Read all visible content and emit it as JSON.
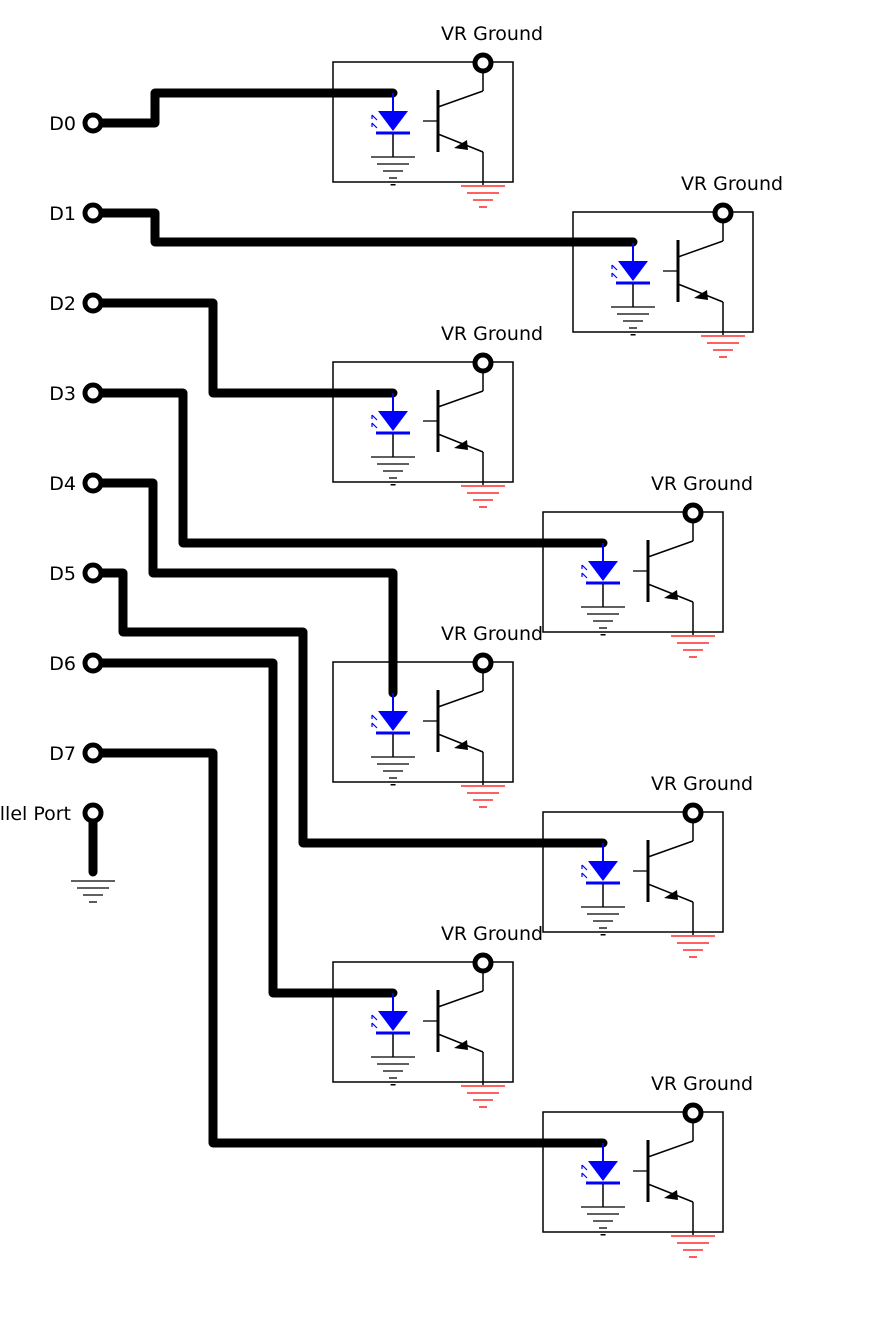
{
  "ports": [
    {
      "label": "D0"
    },
    {
      "label": "D1"
    },
    {
      "label": "D2"
    },
    {
      "label": "D3"
    },
    {
      "label": "D4"
    },
    {
      "label": "D5"
    },
    {
      "label": "D6"
    },
    {
      "label": "D7"
    }
  ],
  "ground_port": {
    "label": "llel Port"
  },
  "optocouplers": [
    {
      "label": "VR Ground",
      "minus": "-"
    },
    {
      "label": "VR Ground",
      "minus": "-"
    },
    {
      "label": "VR Ground",
      "minus": "-"
    },
    {
      "label": "VR Ground",
      "minus": "-"
    },
    {
      "label": "VR Ground",
      "minus": "-"
    },
    {
      "label": "VR Ground",
      "minus": "-"
    },
    {
      "label": "VR Ground",
      "minus": "-"
    },
    {
      "label": "VR Ground",
      "minus": "-"
    }
  ],
  "colors": {
    "wire": "#000000",
    "led": "#0000ff",
    "output_ground": "#ff0000",
    "component": "#000000"
  },
  "icons": {
    "port": "terminal-ring-icon",
    "led": "led-icon",
    "transistor": "phototransistor-icon",
    "ground": "ground-icon"
  }
}
